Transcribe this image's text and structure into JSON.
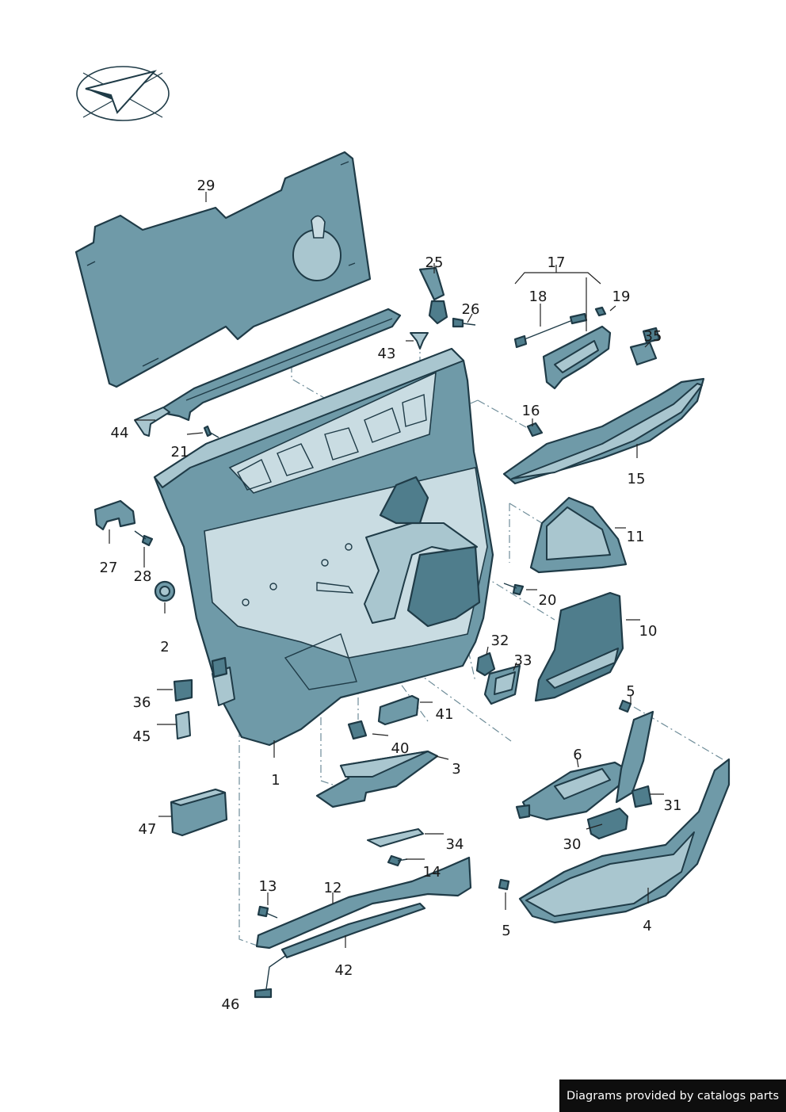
{
  "diagram": {
    "title_icon": "paper-plane-logo",
    "colors": {
      "part_fill": "#6f9aa8",
      "part_dark": "#4f7d8c",
      "part_light": "#a9c6cf",
      "outline": "#1f3b47",
      "leader": "#222222"
    },
    "part_numbers": [
      "29",
      "25",
      "26",
      "43",
      "17",
      "18",
      "19",
      "35",
      "44",
      "21",
      "16",
      "15",
      "27",
      "28",
      "11",
      "20",
      "2",
      "10",
      "32",
      "33",
      "36",
      "5",
      "41",
      "45",
      "40",
      "6",
      "3",
      "1",
      "31",
      "47",
      "30",
      "34",
      "14",
      "13",
      "12",
      "4",
      "5",
      "42",
      "46"
    ]
  },
  "credit": "Diagrams provided by catalogs parts"
}
